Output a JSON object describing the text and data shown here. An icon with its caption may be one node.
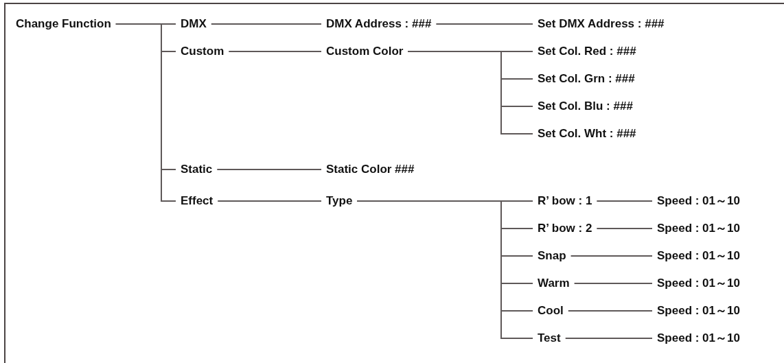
{
  "diagram": {
    "nodes": [
      {
        "text": [
          "Change Function"
        ]
      },
      {
        "text": [
          "DMX"
        ]
      },
      {
        "text": [
          "Custom"
        ]
      },
      {
        "text": [
          "Static"
        ]
      },
      {
        "text": [
          "Effect"
        ]
      },
      {
        "text": [
          "DMX Address : ###"
        ]
      },
      {
        "text": [
          "Custom Color"
        ]
      },
      {
        "text": [
          "Static Color ###"
        ]
      },
      {
        "text": [
          "Type"
        ]
      },
      {
        "text": [
          "Set DMX Address : ###"
        ]
      },
      {
        "text": [
          "Set Col. Red : ###"
        ]
      },
      {
        "text": [
          "Set Col. Grn : ###"
        ]
      },
      {
        "text": [
          "Set Col. Blu : ###"
        ]
      },
      {
        "text": [
          "Set Col. Wht : ###"
        ]
      },
      {
        "text": [
          "R’ bow : 1"
        ]
      },
      {
        "text": [
          "R’ bow : 2"
        ]
      },
      {
        "text": [
          "Snap"
        ]
      },
      {
        "text": [
          "Warm"
        ]
      },
      {
        "text": [
          "Cool"
        ]
      },
      {
        "text": [
          "Test"
        ]
      },
      {
        "text": [
          "Speed : 01～10"
        ]
      },
      {
        "text": [
          "Speed : 01～10"
        ]
      },
      {
        "text": [
          "Speed : 01～10"
        ]
      },
      {
        "text": [
          "Speed : 01～10"
        ]
      },
      {
        "text": [
          "Speed : 01～10"
        ]
      },
      {
        "text": [
          "Speed : 01～10"
        ]
      }
    ],
    "edges": [
      {
        "from": 0,
        "to": 1,
        "arrow": "none"
      },
      {
        "from": 0,
        "to": 2,
        "arrow": "none"
      },
      {
        "from": 0,
        "to": 3,
        "arrow": "none"
      },
      {
        "from": 0,
        "to": 4,
        "arrow": "none"
      },
      {
        "from": 1,
        "to": 5,
        "arrow": "none"
      },
      {
        "from": 2,
        "to": 6,
        "arrow": "none"
      },
      {
        "from": 3,
        "to": 7,
        "arrow": "none"
      },
      {
        "from": 4,
        "to": 8,
        "arrow": "none"
      },
      {
        "from": 5,
        "to": 9,
        "arrow": "none"
      },
      {
        "from": 6,
        "to": 10,
        "arrow": "none"
      },
      {
        "from": 6,
        "to": 11,
        "arrow": "none"
      },
      {
        "from": 6,
        "to": 12,
        "arrow": "none"
      },
      {
        "from": 6,
        "to": 13,
        "arrow": "none"
      },
      {
        "from": 8,
        "to": 14,
        "arrow": "none"
      },
      {
        "from": 8,
        "to": 15,
        "arrow": "none"
      },
      {
        "from": 8,
        "to": 16,
        "arrow": "none"
      },
      {
        "from": 8,
        "to": 17,
        "arrow": "none"
      },
      {
        "from": 8,
        "to": 18,
        "arrow": "none"
      },
      {
        "from": 8,
        "to": 19,
        "arrow": "none"
      },
      {
        "from": 14,
        "to": 20,
        "arrow": "none"
      },
      {
        "from": 15,
        "to": 21,
        "arrow": "none"
      },
      {
        "from": 16,
        "to": 22,
        "arrow": "none"
      },
      {
        "from": 17,
        "to": 23,
        "arrow": "none"
      },
      {
        "from": 18,
        "to": 24,
        "arrow": "none"
      },
      {
        "from": 19,
        "to": 25,
        "arrow": "none"
      }
    ]
  }
}
